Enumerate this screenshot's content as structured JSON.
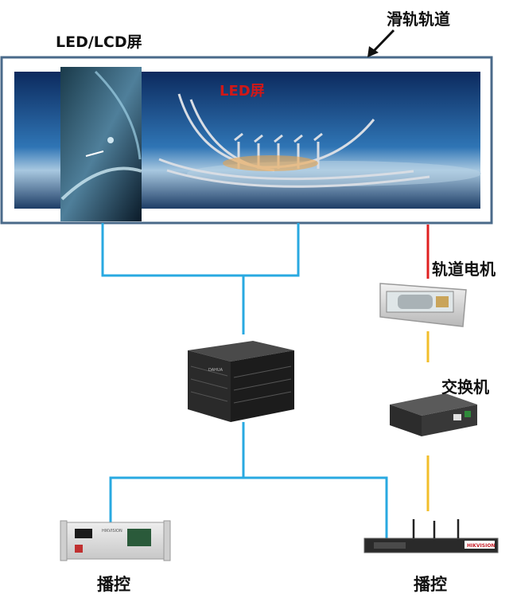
{
  "labels": {
    "rail_track": "滑轨轨道",
    "screen_type": "LED/LCD屏",
    "led_screen": "LED屏",
    "track_motor": "轨道电机",
    "switch": "交换机",
    "playback_left": "播控",
    "playback_right": "播控"
  },
  "colors": {
    "signal_line": "#29a9e1",
    "motor_line": "#e02020",
    "network_line": "#f2be2a",
    "frame": "#4a6a8a",
    "sky_top": "#0e2e66",
    "sky_bottom": "#3f86c2"
  },
  "devices": {
    "processor_brand": "DAHUA",
    "player_left_brand": "HIKVISION",
    "player_right_brand": "HIKVISION"
  }
}
